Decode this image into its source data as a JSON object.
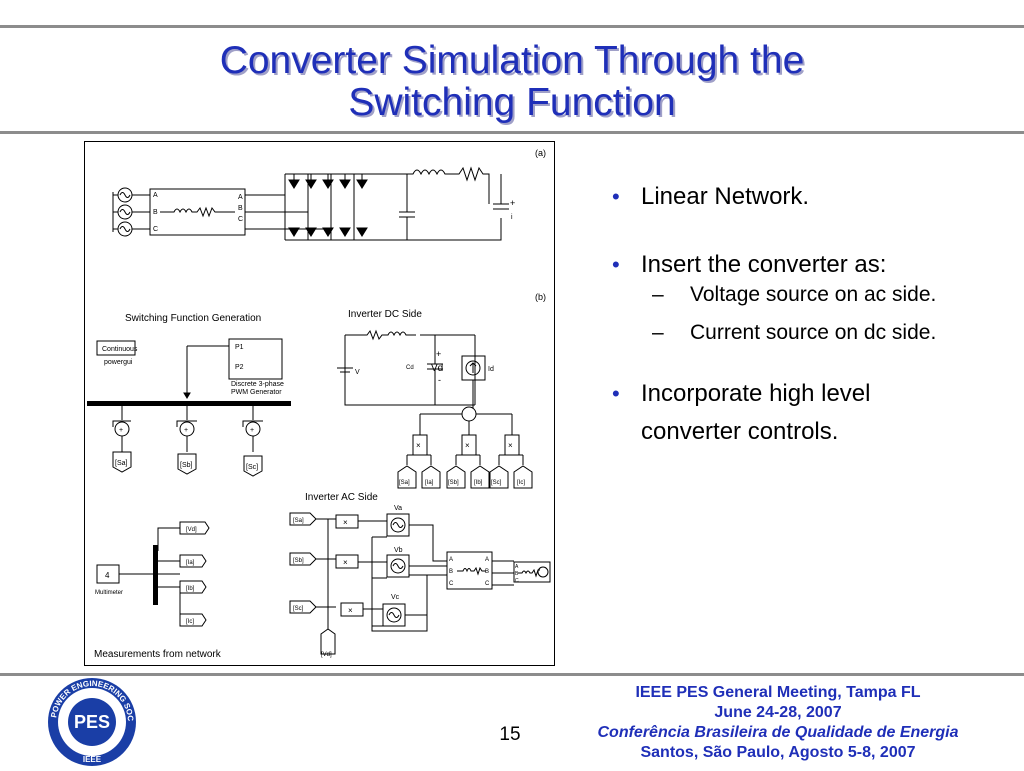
{
  "slide": {
    "title_line1": "Converter Simulation Through the",
    "title_line2": "Switching Function",
    "page_number": "15"
  },
  "bullets": [
    {
      "text": "Linear Network."
    },
    {
      "text": "Insert the converter as:"
    },
    {
      "text": "Voltage source on ac side."
    },
    {
      "text": "Current source on dc side."
    },
    {
      "text": "Incorporate high level converter controls."
    }
  ],
  "footer": {
    "line1": "IEEE PES General Meeting, Tampa FL",
    "line2": "June 24-28, 2007",
    "line3": "Conferência Brasileira de Qualidade de Energia",
    "line4": "Santos, São Paulo,  Agosto 5-8, 2007"
  },
  "logo": {
    "text_top": "POWER ENGINEERING SOCIETY",
    "center": "PES",
    "bottom": "IEEE"
  },
  "diagram": {
    "label_a": "(a)",
    "label_b": "(b)",
    "switching_title": "Switching Function Generation",
    "dc_side_title": "Inverter DC Side",
    "ac_side_title": "Inverter AC Side",
    "measurements_title": "Measurements from network",
    "continuous": "Continuous",
    "powergui": "powergui",
    "p1": "P1",
    "p2": "P2",
    "pwm_line1": "Discrete 3-phase",
    "pwm_line2": "PWM Generator",
    "multimeter": "Multimeter",
    "multimeter_value": "4",
    "phase_a": "A",
    "phase_b": "B",
    "phase_c": "C",
    "tag_sa": "[Sa]",
    "tag_sb": "[Sb]",
    "tag_sc": "[Sc]",
    "tag_vd": "[Vd]",
    "tag_ia": "[Ia]",
    "tag_ib": "[Ib]",
    "tag_ic": "[Ic]",
    "v": "V",
    "cd": "Cd",
    "vd": "Vd",
    "id": "Id",
    "va": "Va",
    "vb": "Vb",
    "vc": "Vc",
    "plus": "+",
    "minus": "-",
    "times": "×"
  }
}
